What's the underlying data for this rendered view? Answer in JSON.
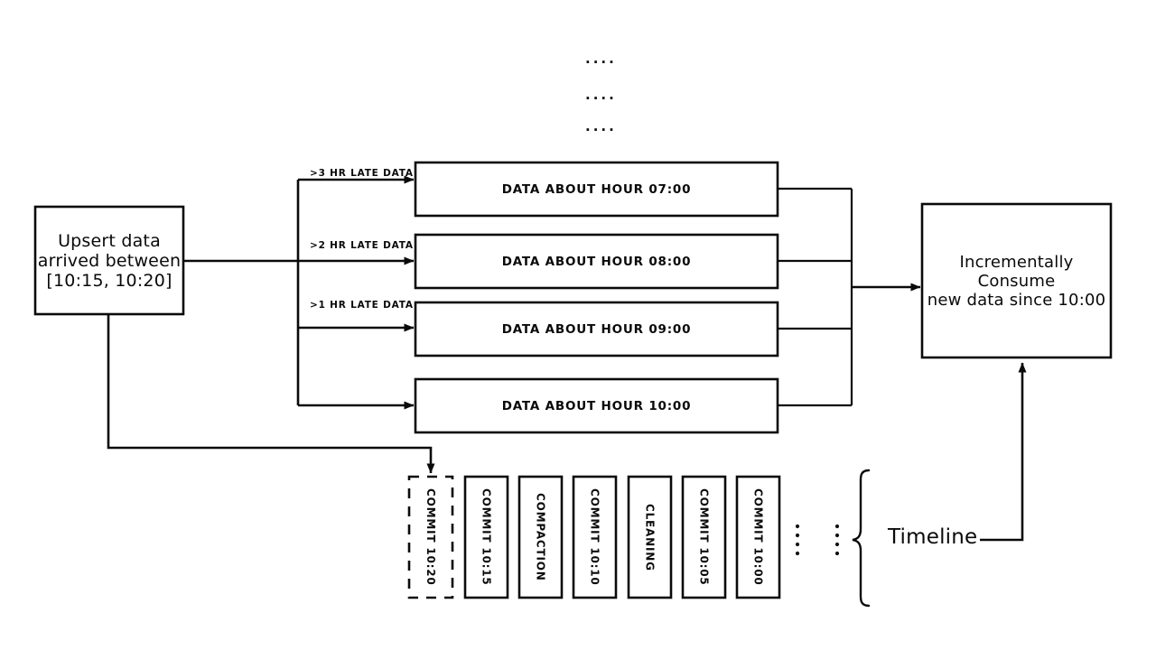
{
  "diagram": {
    "title_none": "",
    "source_box": {
      "lines": [
        "Upsert data",
        "arrived between",
        "[10:15, 10:20]"
      ],
      "text": "Upsert data\narrived between\n[10:15, 10:20]"
    },
    "late_data_labels": [
      ">3 HR LATE DATA",
      ">2 HR LATE DATA",
      ">1 HR LATE DATA"
    ],
    "hour_boxes": [
      {
        "label": "DATA ABOUT HOUR 07:00"
      },
      {
        "label": "DATA ABOUT HOUR 08:00"
      },
      {
        "label": "DATA ABOUT HOUR 09:00"
      },
      {
        "label": "DATA ABOUT HOUR 10:00"
      }
    ],
    "consume_box": {
      "lines": [
        "Incrementally Consume",
        "new data since 10:00"
      ],
      "text": "Incrementally Consume\nnew data since 10:00"
    },
    "timeline": {
      "label": "Timeline",
      "commits": [
        {
          "label": "COMMIT 10:20",
          "style": "dashed"
        },
        {
          "label": "COMMIT 10:15",
          "style": "solid"
        },
        {
          "label": "COMPACTION",
          "style": "solid"
        },
        {
          "label": "COMMIT 10:10",
          "style": "solid"
        },
        {
          "label": "CLEANING",
          "style": "solid"
        },
        {
          "label": "COMMIT 10:05",
          "style": "solid"
        },
        {
          "label": "COMMIT 10:00",
          "style": "solid"
        }
      ],
      "ellipsis_columns": 2
    },
    "top_ellipsis": [
      "....",
      "....",
      "...."
    ],
    "colors": {
      "stroke": "#0a0a0a",
      "fill": "#ffffff",
      "text": "#0a0a0a"
    }
  }
}
